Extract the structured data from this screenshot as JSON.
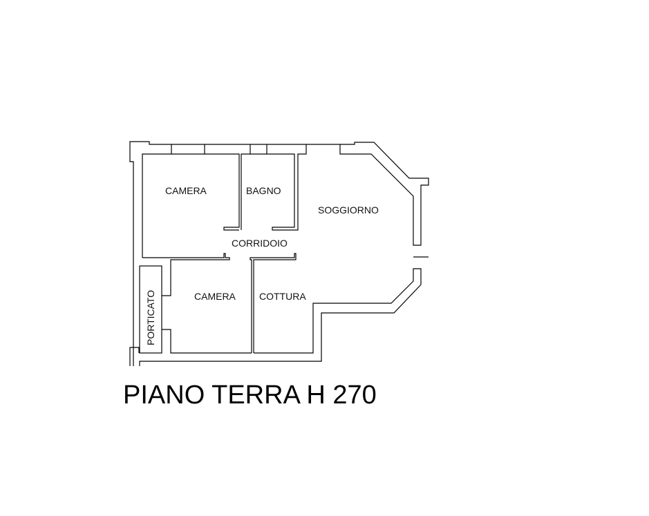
{
  "plan": {
    "rooms": {
      "camera_top": "CAMERA",
      "bagno": "BAGNO",
      "soggiorno": "SOGGIORNO",
      "corridoio": "CORRIDOIO",
      "camera_bottom": "CAMERA",
      "cottura": "COTTURA",
      "porticato": "PORTICATO"
    },
    "title": "PIANO TERRA H 270"
  }
}
